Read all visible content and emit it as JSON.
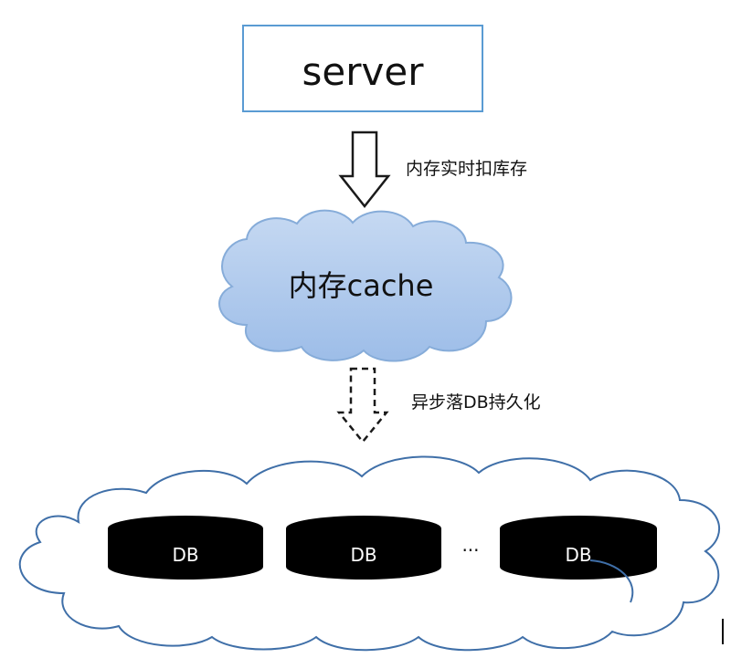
{
  "server": {
    "label": "server"
  },
  "arrow1": {
    "label": "内存实时扣库存"
  },
  "cache": {
    "label": "内存cache"
  },
  "arrow2": {
    "label": "异步落DB持久化"
  },
  "databases": [
    {
      "label": "DB"
    },
    {
      "label": "DB"
    },
    {
      "label": "DB"
    }
  ],
  "ellipsis": "···",
  "colors": {
    "server_border": "#5a9bd3",
    "cache_fill": "#a9c6ea",
    "cache_stroke": "#7fa9da",
    "db_fill": "#000000",
    "db_text": "#ffffff",
    "db_cloud_stroke": "#3f6fa8"
  }
}
